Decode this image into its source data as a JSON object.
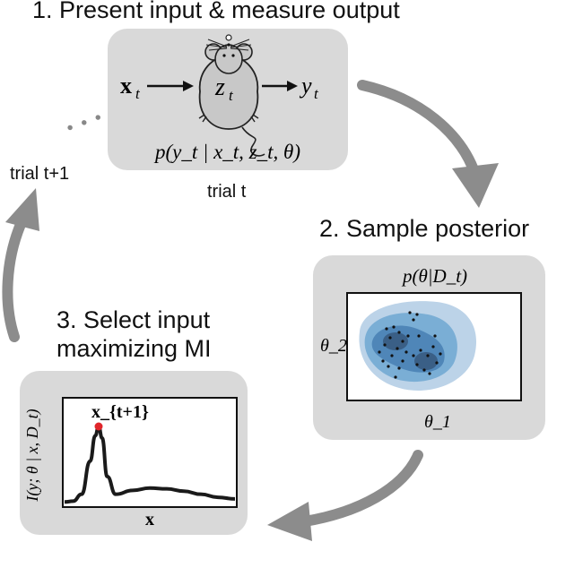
{
  "step1": {
    "title": "1. Present input & measure output",
    "input": "x",
    "input_sub": "t",
    "latent": "z",
    "latent_sub": "t",
    "output": "y",
    "output_sub": "t",
    "likelihood": "p(y_t | x_t, z_t, θ)",
    "trial_label": "trial t"
  },
  "loop": {
    "next_trial_label": "trial t+1",
    "ellipsis": "• • •"
  },
  "step2": {
    "title": "2. Sample posterior",
    "posterior": "p(θ|D_t)",
    "xlabel": "θ_1",
    "ylabel": "θ_2"
  },
  "step3": {
    "title_line1": "3. Select input",
    "title_line2": "maximizing MI",
    "ylabel": "I(y; θ | x, D_t)",
    "xlabel": "x",
    "peak_label": "x_{t+1}"
  },
  "colors": {
    "box_fill": "#d9d9d9",
    "arrow": "#8c8c8c",
    "posterior_outer": "#bcd3e8",
    "posterior_mid": "#7aaed5",
    "posterior_inner": "#4f86b8",
    "posterior_core": "#3a5f86",
    "peak_marker": "#e0262b",
    "curve": "#1a1a1a"
  },
  "chart_data": {
    "type": "line",
    "title": "",
    "xlabel": "x",
    "ylabel": "I(y; θ | x, D_t)",
    "x": [
      0,
      0.05,
      0.1,
      0.15,
      0.18,
      0.2,
      0.22,
      0.25,
      0.3,
      0.4,
      0.5,
      0.6,
      0.7,
      0.8,
      0.9,
      1.0
    ],
    "y": [
      0.02,
      0.03,
      0.12,
      0.55,
      0.88,
      1.0,
      0.85,
      0.35,
      0.12,
      0.17,
      0.2,
      0.19,
      0.16,
      0.12,
      0.08,
      0.06
    ]
  }
}
